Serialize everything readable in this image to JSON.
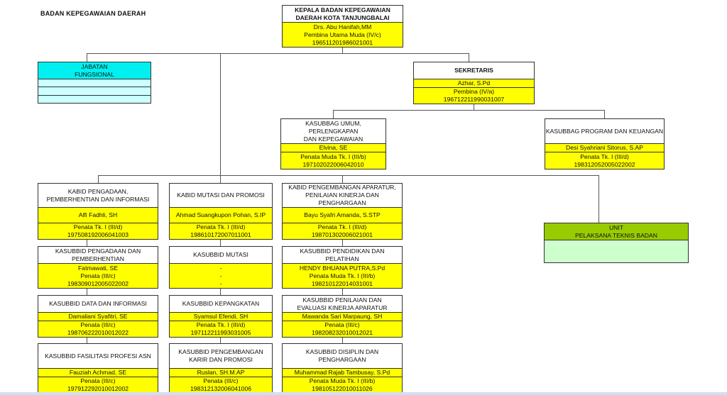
{
  "page_title": "BADAN KEPEGAWAIAN DAERAH",
  "boxes": {
    "kepala": {
      "title": [
        "KEPALA BADAN KEPEGAWAIAN",
        "DAERAH KOTA TANJUNGBALAI"
      ],
      "name": "Drs. Abu Hanifah,MM",
      "rank": "Pembina Utama Muda (IV/c)",
      "nip": "196511201986021001"
    },
    "sekretaris": {
      "title": [
        "SEKRETARIS"
      ],
      "name": "Azhar, S.Pd",
      "rank": "Pembina (IV/a)",
      "nip": "196712211990031007"
    },
    "kasubbag_umum": {
      "title": [
        "KASUBBAG UMUM, PERLENGKAPAN",
        "DAN KEPEGAWAIAN"
      ],
      "name": "Elvina, SE",
      "rank": "Penata Muda Tk. I (III/b)",
      "nip": "197102022006042010"
    },
    "kasubbag_program": {
      "title": [
        "KASUBBAG PROGRAM DAN KEUANGAN"
      ],
      "name": "Desi Syahriani Sitorus, S.AP",
      "rank": "Penata Tk. I (III/d)",
      "nip": "198312052005022002"
    },
    "kabid_pengadaan": {
      "title": [
        "KABID PENGADAAN,",
        "PEMBERHENTIAN DAN INFORMASI"
      ],
      "name": "Alfi Fadhli, SH",
      "rank": "Penata Tk. I (III/d)",
      "nip": "197508192006041003"
    },
    "kabid_mutasi": {
      "title": [
        "KABID MUTASI DAN PROMOSI"
      ],
      "name": "Ahmad Suangkupon Pohan, S.IP",
      "rank": "Penata Tk. I (III/d)",
      "nip": "198610172007011001"
    },
    "kabid_pengembangan": {
      "title": [
        "KABID PENGEMBANGAN APARATUR,",
        "PENILAIAN KINERJA DAN",
        "PENGHARGAAN"
      ],
      "name": "Bayu Syafri Amanda, S.STP",
      "rank": "Penata Tk. I (III/d)",
      "nip": "198701302006021001"
    },
    "kasubbid_pengadaan": {
      "title": [
        "KASUBBID PENGADAAN DAN",
        "PEMBERHENTIAN"
      ],
      "name": "Fatmawati, SE",
      "rank": "Penata  (III/c)",
      "nip": "198309012005022002"
    },
    "kasubbid_mutasi": {
      "title": [
        "KASUBBID MUTASI"
      ],
      "name": "-",
      "rank": "-",
      "nip": "-"
    },
    "kasubbid_pendidikan": {
      "title": [
        "KASUBBID PENDIDIKAN DAN",
        "PELATIHAN"
      ],
      "name": "HENDY BHUANA PUTRA,S.Pd",
      "rank": "Penata Muda Tk. I (III/b)",
      "nip": "198210122014031001"
    },
    "kasubbid_data": {
      "title": [
        "KASUBBID DATA DAN INFORMASI"
      ],
      "name": "Damaliani Syafitri, SE",
      "rank": "Penata  (III/c)",
      "nip": "198706222010012022"
    },
    "kasubbid_kepangkatan": {
      "title": [
        "KASUBBID KEPANGKATAN"
      ],
      "name": "Syamsul Efendi, SH",
      "rank": "Penata Tk. I (III/d)",
      "nip": "197112211993031005"
    },
    "kasubbid_penilaian": {
      "title": [
        "KASUBBID PENILAIAN DAN",
        "EVALUASI KINERJA APARATUR"
      ],
      "name": "Mawanda Sari Marpaung, SH",
      "rank": "Penata (III/c)",
      "nip": "198208232010012021"
    },
    "kasubbid_fasilitasi": {
      "title": [
        "KASUBBID FASILITASI PROFESI ASN"
      ],
      "name": "Fauziah Achmad, SE",
      "rank": "Penata  (III/c)",
      "nip": "197912292010012002"
    },
    "kasubbid_karir": {
      "title": [
        "KASUBBID PENGEMBANGAN",
        "KARIR DAN PROMOSI"
      ],
      "name": "Ruslan, SH.M.AP",
      "rank": "Penata (III/c)",
      "nip": "198312132006041006"
    },
    "kasubbid_disiplin": {
      "title": [
        "KASUBBID DISIPLIN DAN",
        "PENGHARGAAN"
      ],
      "name": "Muhammad Rajab Tambusay, S.Pd",
      "rank": "Penata Muda Tk. I (III/b)",
      "nip": "198105122010011026"
    }
  },
  "jabatan_fungsional": {
    "title": [
      "JABATAN",
      "FUNGSIONAL"
    ]
  },
  "upt": {
    "title": [
      "UNIT",
      "PELAKSANA TEKNIS BADAN"
    ]
  },
  "colors": {
    "header_yellow": "#ffff00",
    "fungsional_cyan": "#00f0f0",
    "upt_green": "#99cc00"
  }
}
